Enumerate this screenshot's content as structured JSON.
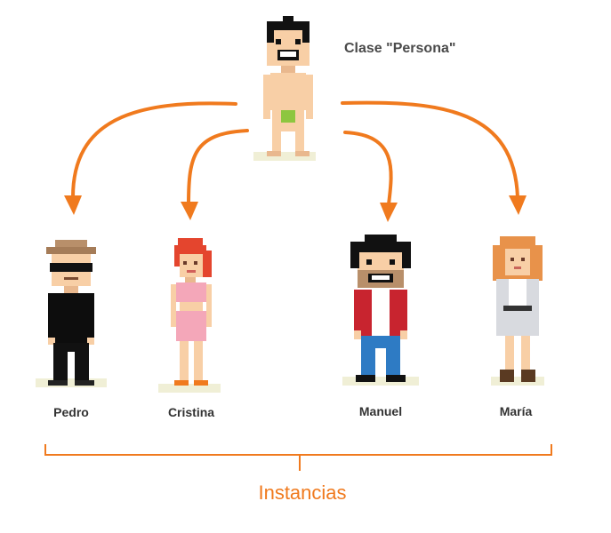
{
  "class_label": "Clase \"Persona\"",
  "instances_label": "Instancias",
  "instances": [
    {
      "name": "Pedro"
    },
    {
      "name": "Cristina"
    },
    {
      "name": "Manuel"
    },
    {
      "name": "María"
    }
  ],
  "colors": {
    "arrow": "#F07A1E",
    "bracket": "#F07A1E",
    "skin": "#F8CFA6",
    "text": "#333333"
  }
}
